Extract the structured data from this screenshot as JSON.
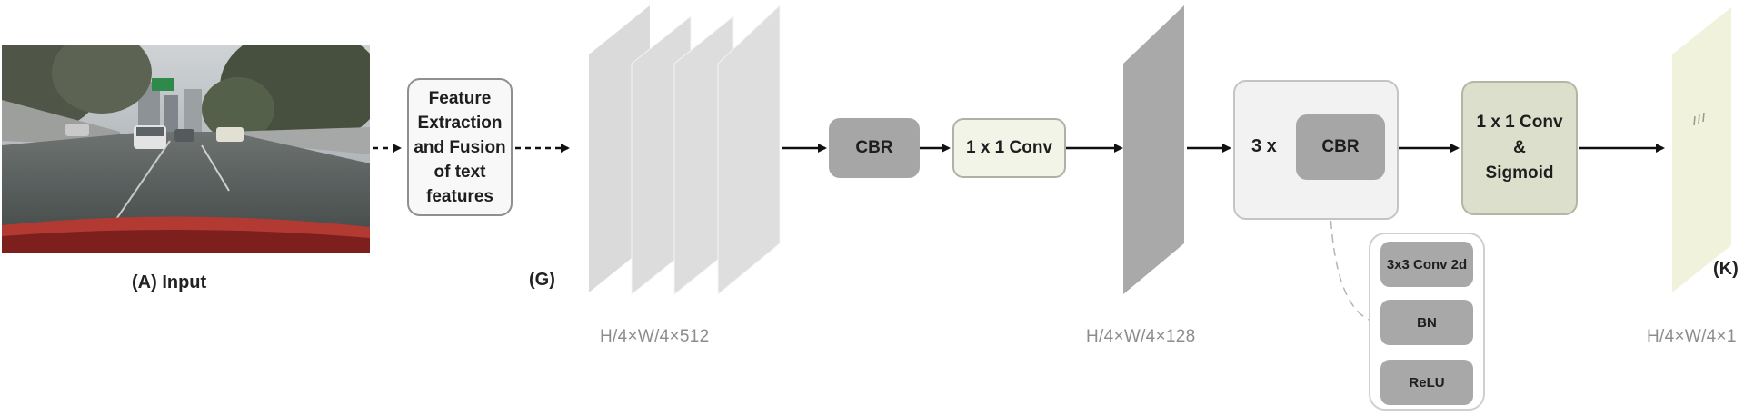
{
  "input": {
    "label": "(A) Input"
  },
  "feature_box": {
    "lines": [
      "Feature",
      "Extraction",
      "and Fusion",
      "of text",
      "features"
    ]
  },
  "g_label": "(G)",
  "dims": {
    "d512": "H/4×W/4×512",
    "d128": "H/4×W/4×128",
    "d1": "H/4×W/4×1"
  },
  "blocks": {
    "cbr": "CBR",
    "conv1x1": "1 x 1 Conv",
    "repeat": "3 x",
    "cbr_inner": "CBR",
    "final_lines": [
      "1 x 1 Conv",
      "&",
      "Sigmoid"
    ]
  },
  "cbr_detail": [
    "3x3 Conv 2d",
    "BN",
    "ReLU"
  ],
  "k_label": "(K)",
  "colors": {
    "layer_gray": "#d9d9d9",
    "layer_dark": "#a8a8a8",
    "output_plane": "#f1f2dc",
    "block_gray": "#a6a6a6",
    "arrow": "#111111"
  }
}
